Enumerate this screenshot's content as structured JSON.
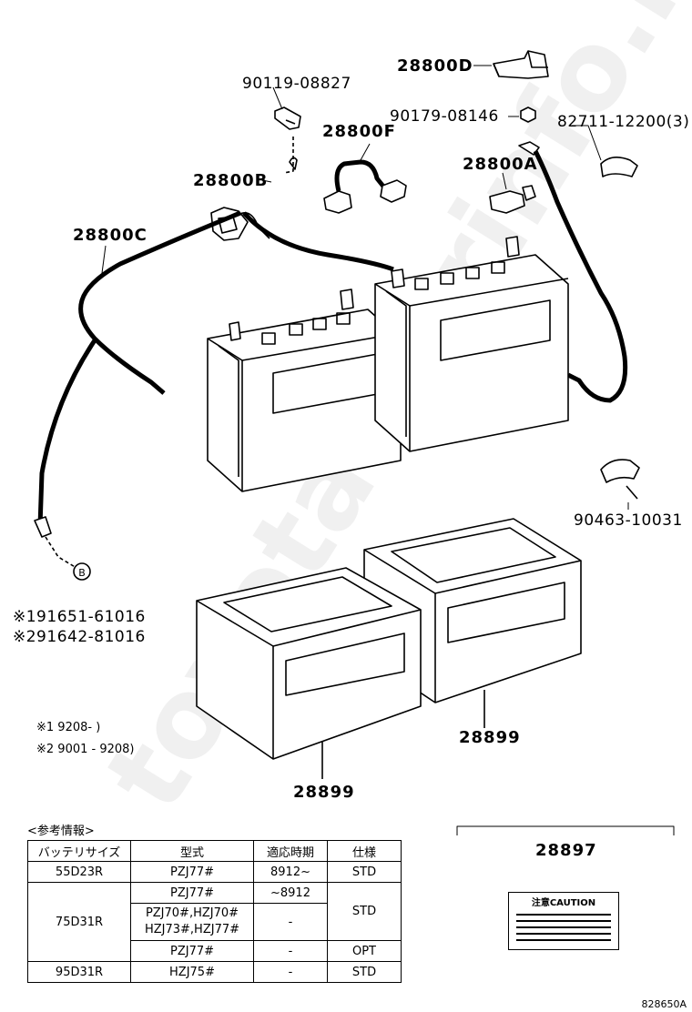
{
  "labels": {
    "p28800D": "28800D",
    "p90119": "90119-08827",
    "p90179": "90179-08146",
    "p82711": "82711-12200(3)",
    "p28800F": "28800F",
    "p28800A": "28800A",
    "p28800B": "28800B",
    "p28800C": "28800C",
    "p90463": "90463-10031",
    "p191651": "※191651-61016",
    "p291642": "※291642-81016",
    "p28899_right": "28899",
    "p28899_left": "28899",
    "p28897": "28897",
    "bolt_marker": "B"
  },
  "notes": {
    "n1": "※1  9208-  )",
    "n2": "※2  9001 - 9208)"
  },
  "info_table": {
    "caption": "<参考情報>",
    "headers": [
      "バッテリサイズ",
      "型式",
      "適応時期",
      "仕様"
    ],
    "rows": [
      {
        "size": "55D23R",
        "model": "PZJ77#",
        "period": "8912~",
        "spec": "STD"
      },
      {
        "size": "75D31R",
        "model": "PZJ77#",
        "period": "~8912",
        "spec": "STD"
      },
      {
        "size": "",
        "model": "PZJ70#,HZJ70#",
        "model2": "HZJ73#,HZJ77#",
        "period": "-",
        "spec": ""
      },
      {
        "size": "",
        "model": "PZJ77#",
        "period": "-",
        "spec": "OPT"
      },
      {
        "size": "95D31R",
        "model": "HZJ75#",
        "period": "-",
        "spec": "STD"
      }
    ]
  },
  "caution_label": "注意CAUTION",
  "reference": "828650A",
  "watermark": "toyota-Carinfo.ru"
}
